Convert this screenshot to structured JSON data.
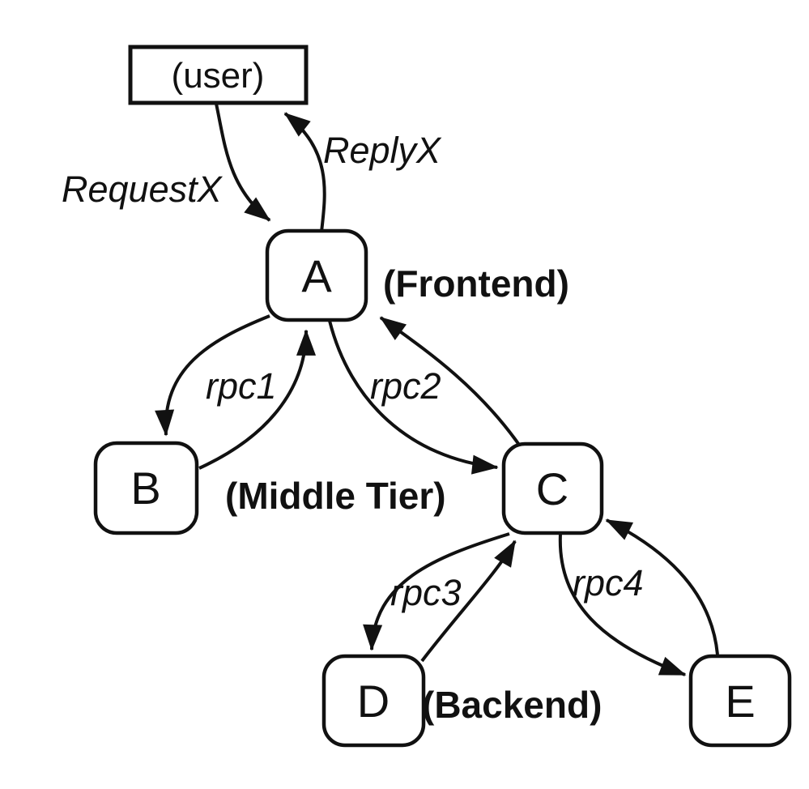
{
  "diagram": {
    "colors": {
      "ink": "#111111",
      "background": "#ffffff"
    },
    "nodes": {
      "user": {
        "label": "(user)",
        "shape": "rectangle"
      },
      "a": {
        "label": "A",
        "shape": "rounded-rectangle"
      },
      "b": {
        "label": "B",
        "shape": "rounded-rectangle"
      },
      "c": {
        "label": "C",
        "shape": "rounded-rectangle"
      },
      "d": {
        "label": "D",
        "shape": "rounded-rectangle"
      },
      "e": {
        "label": "E",
        "shape": "rounded-rectangle"
      }
    },
    "tier_labels": {
      "frontend": "(Frontend)",
      "middle": "(Middle Tier)",
      "backend": "(Backend)"
    },
    "edge_labels": {
      "request": "RequestX",
      "reply": "ReplyX",
      "rpc1": "rpc1",
      "rpc2": "rpc2",
      "rpc3": "rpc3",
      "rpc4": "rpc4"
    },
    "connections": [
      {
        "from": "(user)",
        "to": "A",
        "label": "RequestX"
      },
      {
        "from": "A",
        "to": "(user)",
        "label": "ReplyX"
      },
      {
        "from": "A",
        "to": "B",
        "label": "rpc1"
      },
      {
        "from": "B",
        "to": "A",
        "label": "rpc1"
      },
      {
        "from": "A",
        "to": "C",
        "label": "rpc2"
      },
      {
        "from": "C",
        "to": "A",
        "label": "rpc2"
      },
      {
        "from": "C",
        "to": "D",
        "label": "rpc3"
      },
      {
        "from": "D",
        "to": "C",
        "label": "rpc3"
      },
      {
        "from": "C",
        "to": "E",
        "label": "rpc4"
      },
      {
        "from": "E",
        "to": "C",
        "label": "rpc4"
      }
    ]
  }
}
